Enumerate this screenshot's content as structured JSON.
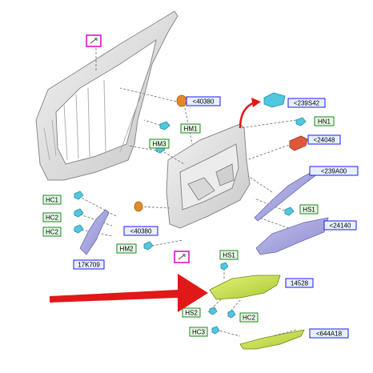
{
  "diagram": {
    "callouts": [
      {
        "id": "c40380a",
        "label": "<40380",
        "kind": "blue"
      },
      {
        "id": "c239s42",
        "label": "<239S42",
        "kind": "blue"
      },
      {
        "id": "hm1",
        "label": "HM1",
        "kind": "green"
      },
      {
        "id": "hn1",
        "label": "HN1",
        "kind": "green"
      },
      {
        "id": "hm3",
        "label": "HM3",
        "kind": "green"
      },
      {
        "id": "c24048",
        "label": "<24048",
        "kind": "blue"
      },
      {
        "id": "c239a00",
        "label": "<239A00",
        "kind": "blue"
      },
      {
        "id": "hc1",
        "label": "HC1",
        "kind": "green"
      },
      {
        "id": "hs1a",
        "label": "HS1",
        "kind": "green"
      },
      {
        "id": "hc2a",
        "label": "HC2",
        "kind": "green"
      },
      {
        "id": "c24140",
        "label": "<24140",
        "kind": "blue"
      },
      {
        "id": "hc2b",
        "label": "HC2",
        "kind": "green"
      },
      {
        "id": "c40380b",
        "label": "<40380",
        "kind": "blue"
      },
      {
        "id": "hm2",
        "label": "HM2",
        "kind": "green"
      },
      {
        "id": "c17k709",
        "label": "17K709",
        "kind": "blue"
      },
      {
        "id": "hs1b",
        "label": "HS1",
        "kind": "green"
      },
      {
        "id": "c14528",
        "label": "14528",
        "kind": "blue"
      },
      {
        "id": "hs2",
        "label": "HS2",
        "kind": "green"
      },
      {
        "id": "hc2c",
        "label": "HC2",
        "kind": "green"
      },
      {
        "id": "hc3",
        "label": "HC3",
        "kind": "green"
      },
      {
        "id": "c644a18",
        "label": "<644A18",
        "kind": "blue"
      }
    ],
    "colors": {
      "blue_border": "#1a1aff",
      "green_border": "#1a8a1a",
      "label_bg": "#e8f0ff",
      "green_bg": "#e8f6e8",
      "highlight_part": "#c8e04a",
      "arrow_red": "#e01818",
      "marker_magenta": "#e000c8",
      "clip_cyan": "#4fc8e0",
      "trim_lavender": "#9a9ad8",
      "nut_orange": "#e08a2a"
    },
    "icons": [
      "view-marker-icon",
      "pointer-arrow-icon",
      "red-curved-arrow-icon"
    ]
  }
}
